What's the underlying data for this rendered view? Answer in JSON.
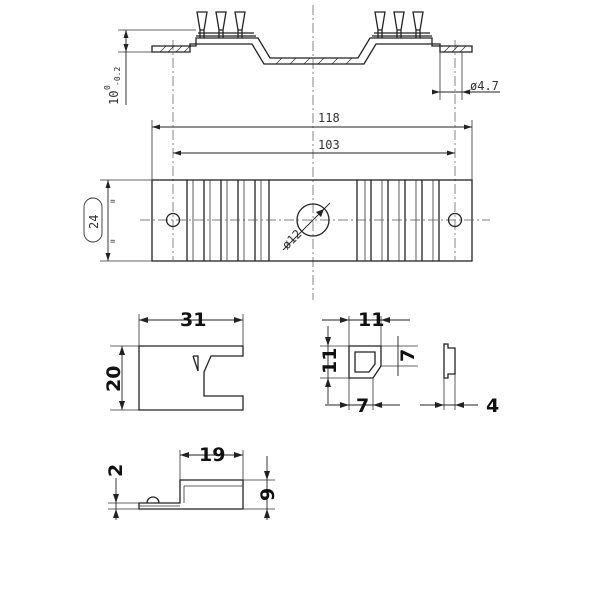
{
  "drawing": {
    "dims": {
      "height_tol": "10",
      "tol_upper": "0",
      "tol_lower": "-0.2",
      "hole_small": "ø4.7",
      "overall_length": "118",
      "hole_spacing": "103",
      "width": "24",
      "hole_center": "ø12"
    },
    "bracket_dims": {
      "width": "31",
      "height": "20"
    },
    "profile_dims": {
      "width": "11",
      "height": "11",
      "inner_h": "7",
      "bottom": "7",
      "cap": "4"
    },
    "clip_dims": {
      "length": "19",
      "step": "2",
      "height": "9"
    }
  }
}
